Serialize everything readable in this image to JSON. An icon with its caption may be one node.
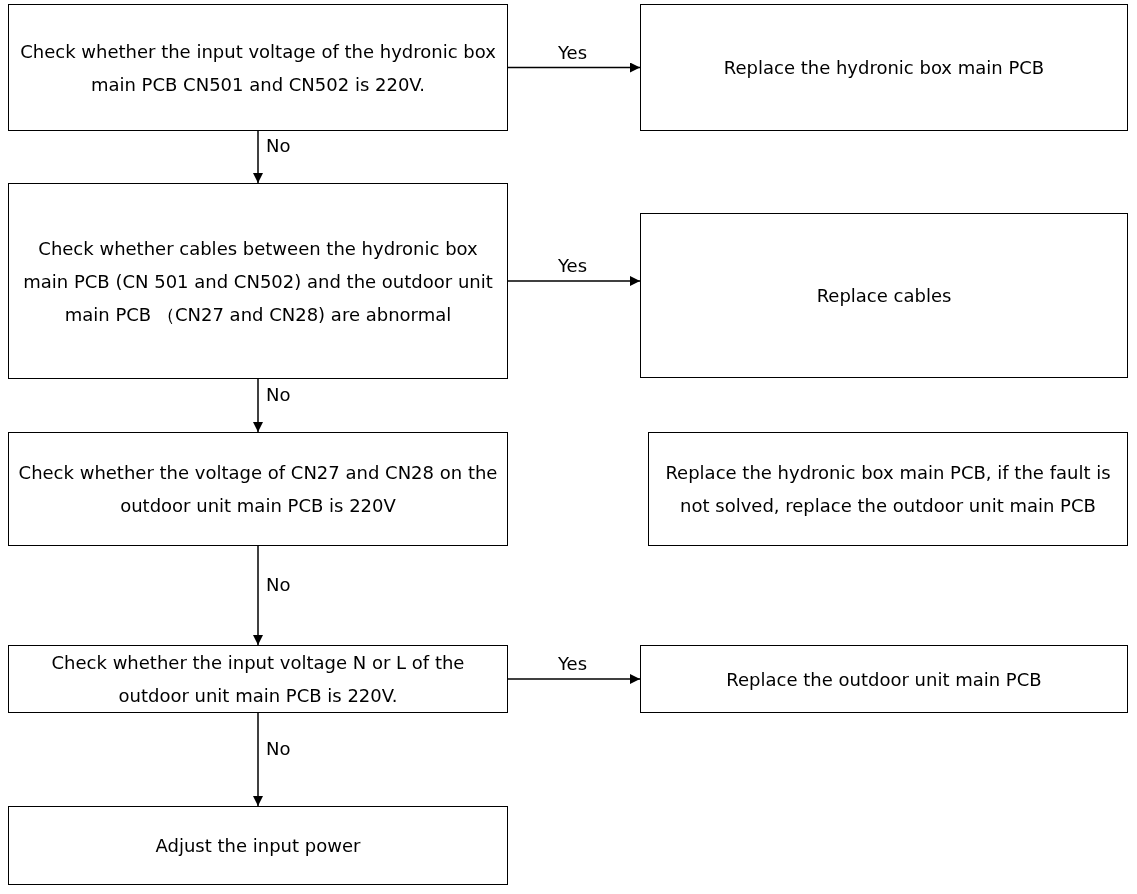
{
  "diagram": {
    "nodes": [
      {
        "text": [
          "Check whether the input voltage of the hydronic box main PCB CN501 and CN502 is 220V."
        ]
      },
      {
        "text": [
          "Replace the hydronic box main PCB"
        ]
      },
      {
        "text": [
          "Check whether cables between the hydronic box main PCB (CN 501 and CN502) and the outdoor unit main PCB （CN27 and CN28) are abnormal"
        ]
      },
      {
        "text": [
          "Replace cables"
        ]
      },
      {
        "text": [
          "Check whether the voltage of CN27 and CN28 on the outdoor unit main PCB is 220V"
        ]
      },
      {
        "text": [
          "Replace the hydronic box main PCB, if the fault is not solved, replace the outdoor unit main PCB"
        ]
      },
      {
        "text": [
          "Check whether the input voltage N or L of the outdoor unit main PCB is 220V."
        ]
      },
      {
        "text": [
          "Replace the outdoor unit main PCB"
        ]
      },
      {
        "text": [
          "Adjust the input power"
        ]
      }
    ],
    "edges": [
      {
        "from": 0,
        "to": 1,
        "arrow": "to",
        "label": "Yes"
      },
      {
        "from": 0,
        "to": 2,
        "arrow": "to",
        "label": "No"
      },
      {
        "from": 2,
        "to": 3,
        "arrow": "to",
        "label": "Yes"
      },
      {
        "from": 2,
        "to": 4,
        "arrow": "to",
        "label": "No"
      },
      {
        "from": 4,
        "to": 6,
        "arrow": "to",
        "label": "No"
      },
      {
        "from": 6,
        "to": 7,
        "arrow": "to",
        "label": "Yes"
      },
      {
        "from": 6,
        "to": 8,
        "arrow": "to",
        "label": "No"
      }
    ]
  }
}
